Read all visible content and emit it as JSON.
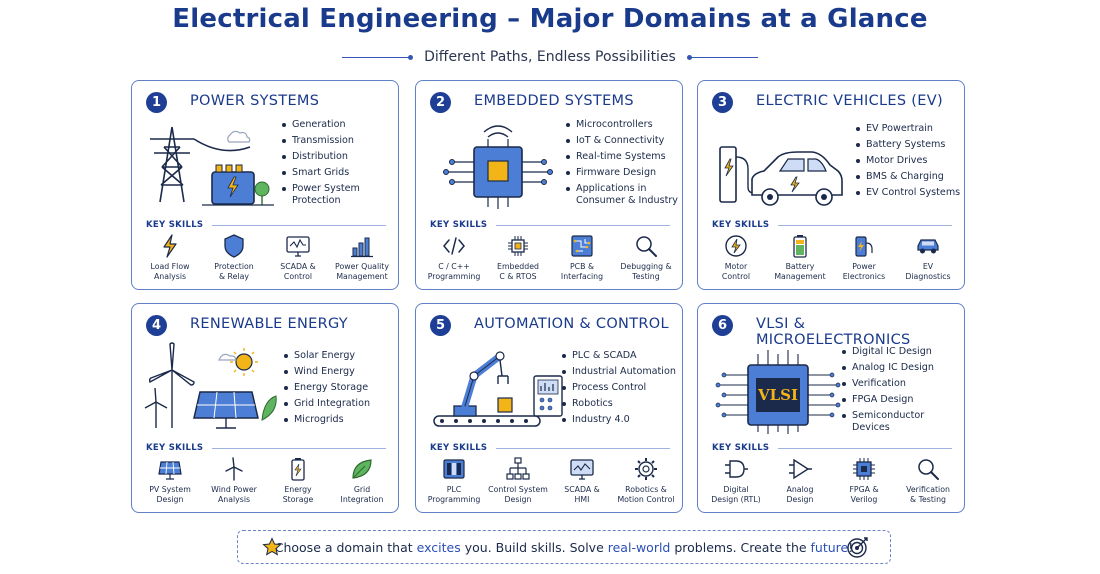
{
  "page": {
    "title": "Electrical Engineering – Major Domains at a Glance",
    "subtitle": "Different Paths, Endless Possibilities",
    "key_skills_label": "KEY SKILLS"
  },
  "colors": {
    "primary": "#1a3a8c",
    "accent": "#f2b417",
    "border": "#5f7fc8",
    "green": "#3f9a4a"
  },
  "cards": [
    {
      "number": "1",
      "title": "POWER SYSTEMS",
      "illustration": "transmission-tower-icon",
      "bullets": [
        "Generation",
        "Transmission",
        "Distribution",
        "Smart Grids",
        "Power System Protection"
      ],
      "skills": [
        {
          "label": "Load Flow\nAnalysis",
          "icon": "lightning-icon"
        },
        {
          "label": "Protection\n& Relay",
          "icon": "shield-icon"
        },
        {
          "label": "SCADA &\nControl",
          "icon": "monitor-icon"
        },
        {
          "label": "Power Quality\nManagement",
          "icon": "bar-chart-icon"
        }
      ]
    },
    {
      "number": "2",
      "title": "EMBEDDED SYSTEMS",
      "illustration": "microchip-icon",
      "bullets": [
        "Microcontrollers",
        "IoT & Connectivity",
        "Real-time Systems",
        "Firmware Design",
        "Applications in Consumer & Industry"
      ],
      "skills": [
        {
          "label": "C / C++\nProgramming",
          "icon": "code-icon"
        },
        {
          "label": "Embedded\nC & RTOS",
          "icon": "chip-icon"
        },
        {
          "label": "PCB &\nInterfacing",
          "icon": "pcb-icon"
        },
        {
          "label": "Debugging &\nTesting",
          "icon": "magnifier-icon"
        }
      ]
    },
    {
      "number": "3",
      "title": "ELECTRIC VEHICLES (EV)",
      "illustration": "electric-car-icon",
      "bullets": [
        "EV Powertrain",
        "Battery Systems",
        "Motor Drives",
        "BMS & Charging",
        "EV Control Systems"
      ],
      "skills": [
        {
          "label": "Motor\nControl",
          "icon": "motor-icon"
        },
        {
          "label": "Battery\nManagement",
          "icon": "battery-icon"
        },
        {
          "label": "Power\nElectronics",
          "icon": "charger-icon"
        },
        {
          "label": "EV\nDiagnostics",
          "icon": "car-icon"
        }
      ]
    },
    {
      "number": "4",
      "title": "RENEWABLE ENERGY",
      "illustration": "wind-solar-icon",
      "bullets": [
        "Solar Energy",
        "Wind Energy",
        "Energy Storage",
        "Grid Integration",
        "Microgrids"
      ],
      "skills": [
        {
          "label": "PV System\nDesign",
          "icon": "solar-panel-icon"
        },
        {
          "label": "Wind Power\nAnalysis",
          "icon": "wind-turbine-icon"
        },
        {
          "label": "Energy\nStorage",
          "icon": "battery-icon"
        },
        {
          "label": "Grid\nIntegration",
          "icon": "leaf-icon"
        }
      ]
    },
    {
      "number": "5",
      "title": "AUTOMATION & CONTROL",
      "illustration": "robot-arm-icon",
      "bullets": [
        "PLC & SCADA",
        "Industrial Automation",
        "Process Control",
        "Robotics",
        "Industry 4.0"
      ],
      "skills": [
        {
          "label": "PLC\nProgramming",
          "icon": "plc-icon"
        },
        {
          "label": "Control System\nDesign",
          "icon": "hierarchy-icon"
        },
        {
          "label": "SCADA &\nHMI",
          "icon": "monitor-icon"
        },
        {
          "label": "Robotics &\nMotion Control",
          "icon": "gear-icon"
        }
      ]
    },
    {
      "number": "6",
      "title": "VLSI & MICROELECTRONICS",
      "illustration": "vlsi-chip-icon",
      "chip_text": "VLSI",
      "bullets": [
        "Digital IC Design",
        "Analog IC Design",
        "Verification",
        "FPGA Design",
        "Semiconductor Devices"
      ],
      "skills": [
        {
          "label": "Digital\nDesign (RTL)",
          "icon": "and-gate-icon"
        },
        {
          "label": "Analog\nDesign",
          "icon": "opamp-icon"
        },
        {
          "label": "FPGA &\nVerilog",
          "icon": "chip-icon"
        },
        {
          "label": "Verification\n& Testing",
          "icon": "magnifier-icon"
        }
      ]
    }
  ],
  "footer": {
    "p1": "Choose a domain that ",
    "h1": "excites",
    "p2": " you. Build skills. Solve ",
    "h2": "real-world",
    "p3": " problems. Create the ",
    "h3": "future",
    "p4": "!"
  }
}
